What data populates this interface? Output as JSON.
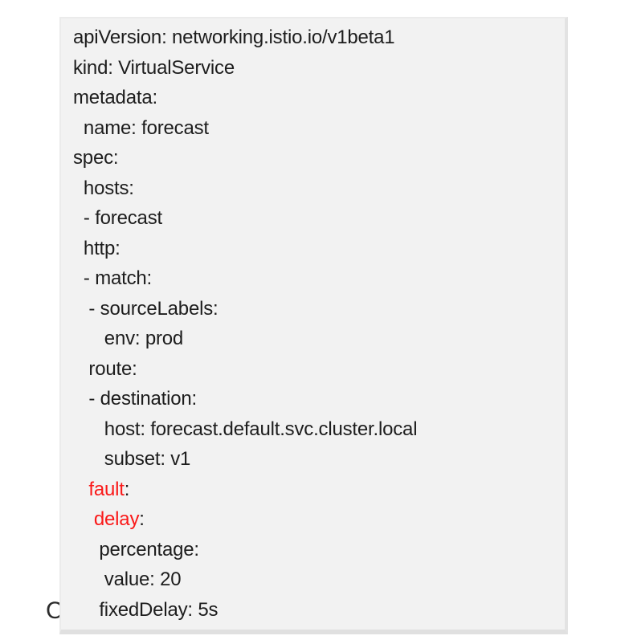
{
  "colors": {
    "page_bg": "#ffffff",
    "box_bg": "#f2f2f2",
    "box_border": "#ebebeb",
    "box_edge_shadow": "#e0e0e0",
    "text": "#1d1d1d",
    "keyword_red": "#fa1919"
  },
  "occluded_text": {
    "char": "C"
  },
  "code": {
    "language": "yaml",
    "lines": [
      {
        "segments": [
          {
            "text": "apiVersion: networking.istio.io/v1beta1"
          }
        ]
      },
      {
        "segments": [
          {
            "text": "kind: VirtualService"
          }
        ]
      },
      {
        "segments": [
          {
            "text": "metadata:"
          }
        ]
      },
      {
        "segments": [
          {
            "text": "  name: forecast"
          }
        ]
      },
      {
        "segments": [
          {
            "text": "spec:"
          }
        ]
      },
      {
        "segments": [
          {
            "text": "  hosts:"
          }
        ]
      },
      {
        "segments": [
          {
            "text": "  - forecast"
          }
        ]
      },
      {
        "segments": [
          {
            "text": "  http:"
          }
        ]
      },
      {
        "segments": [
          {
            "text": "  - match:"
          }
        ]
      },
      {
        "segments": [
          {
            "text": "   - sourceLabels:"
          }
        ]
      },
      {
        "segments": [
          {
            "text": "      env: prod"
          }
        ]
      },
      {
        "segments": [
          {
            "text": "   route:"
          }
        ]
      },
      {
        "segments": [
          {
            "text": "   - destination:"
          }
        ]
      },
      {
        "segments": [
          {
            "text": "      host: forecast.default.svc.cluster.local"
          }
        ]
      },
      {
        "segments": [
          {
            "text": "      subset: v1"
          }
        ]
      },
      {
        "segments": [
          {
            "text": "   "
          },
          {
            "text": "fault",
            "color": "red"
          },
          {
            "text": ":"
          }
        ]
      },
      {
        "segments": [
          {
            "text": "    "
          },
          {
            "text": "delay",
            "color": "red"
          },
          {
            "text": ":"
          }
        ]
      },
      {
        "segments": [
          {
            "text": "     percentage:"
          }
        ]
      },
      {
        "segments": [
          {
            "text": "      value: 20"
          }
        ]
      },
      {
        "segments": [
          {
            "text": "     fixedDelay: 5s"
          }
        ]
      }
    ]
  }
}
